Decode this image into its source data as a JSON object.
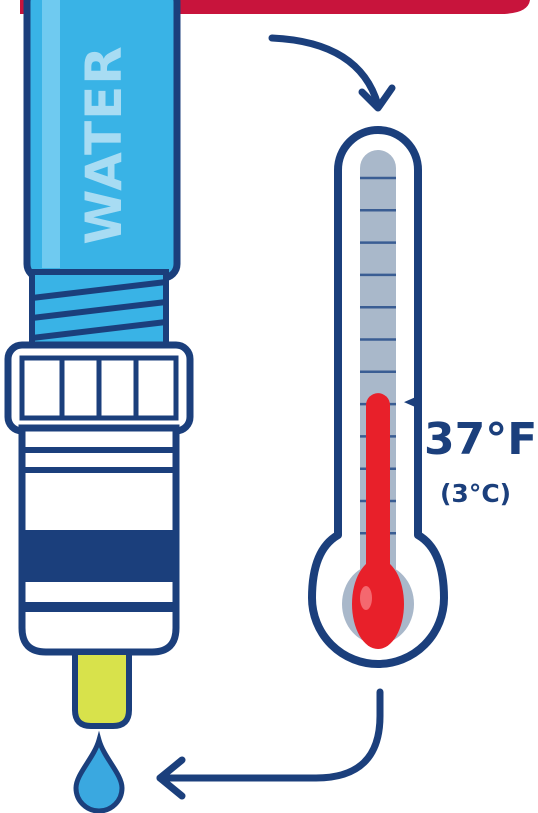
{
  "hose": {
    "label": "WATER"
  },
  "thermometer": {
    "reading_f": "37°F",
    "reading_c": "(3°C)",
    "fill_fraction": 0.45
  },
  "colors": {
    "navy": "#1b3f7c",
    "hose_blue": "#39b3e6",
    "hose_label": "#a8dcf3",
    "banner_red": "#c8143c",
    "mercury_red": "#e8202a",
    "tube_gray": "#a9b8ca",
    "nozzle_yellow": "#d8e24b",
    "drop_blue": "#3aa8e0",
    "white": "#ffffff"
  }
}
